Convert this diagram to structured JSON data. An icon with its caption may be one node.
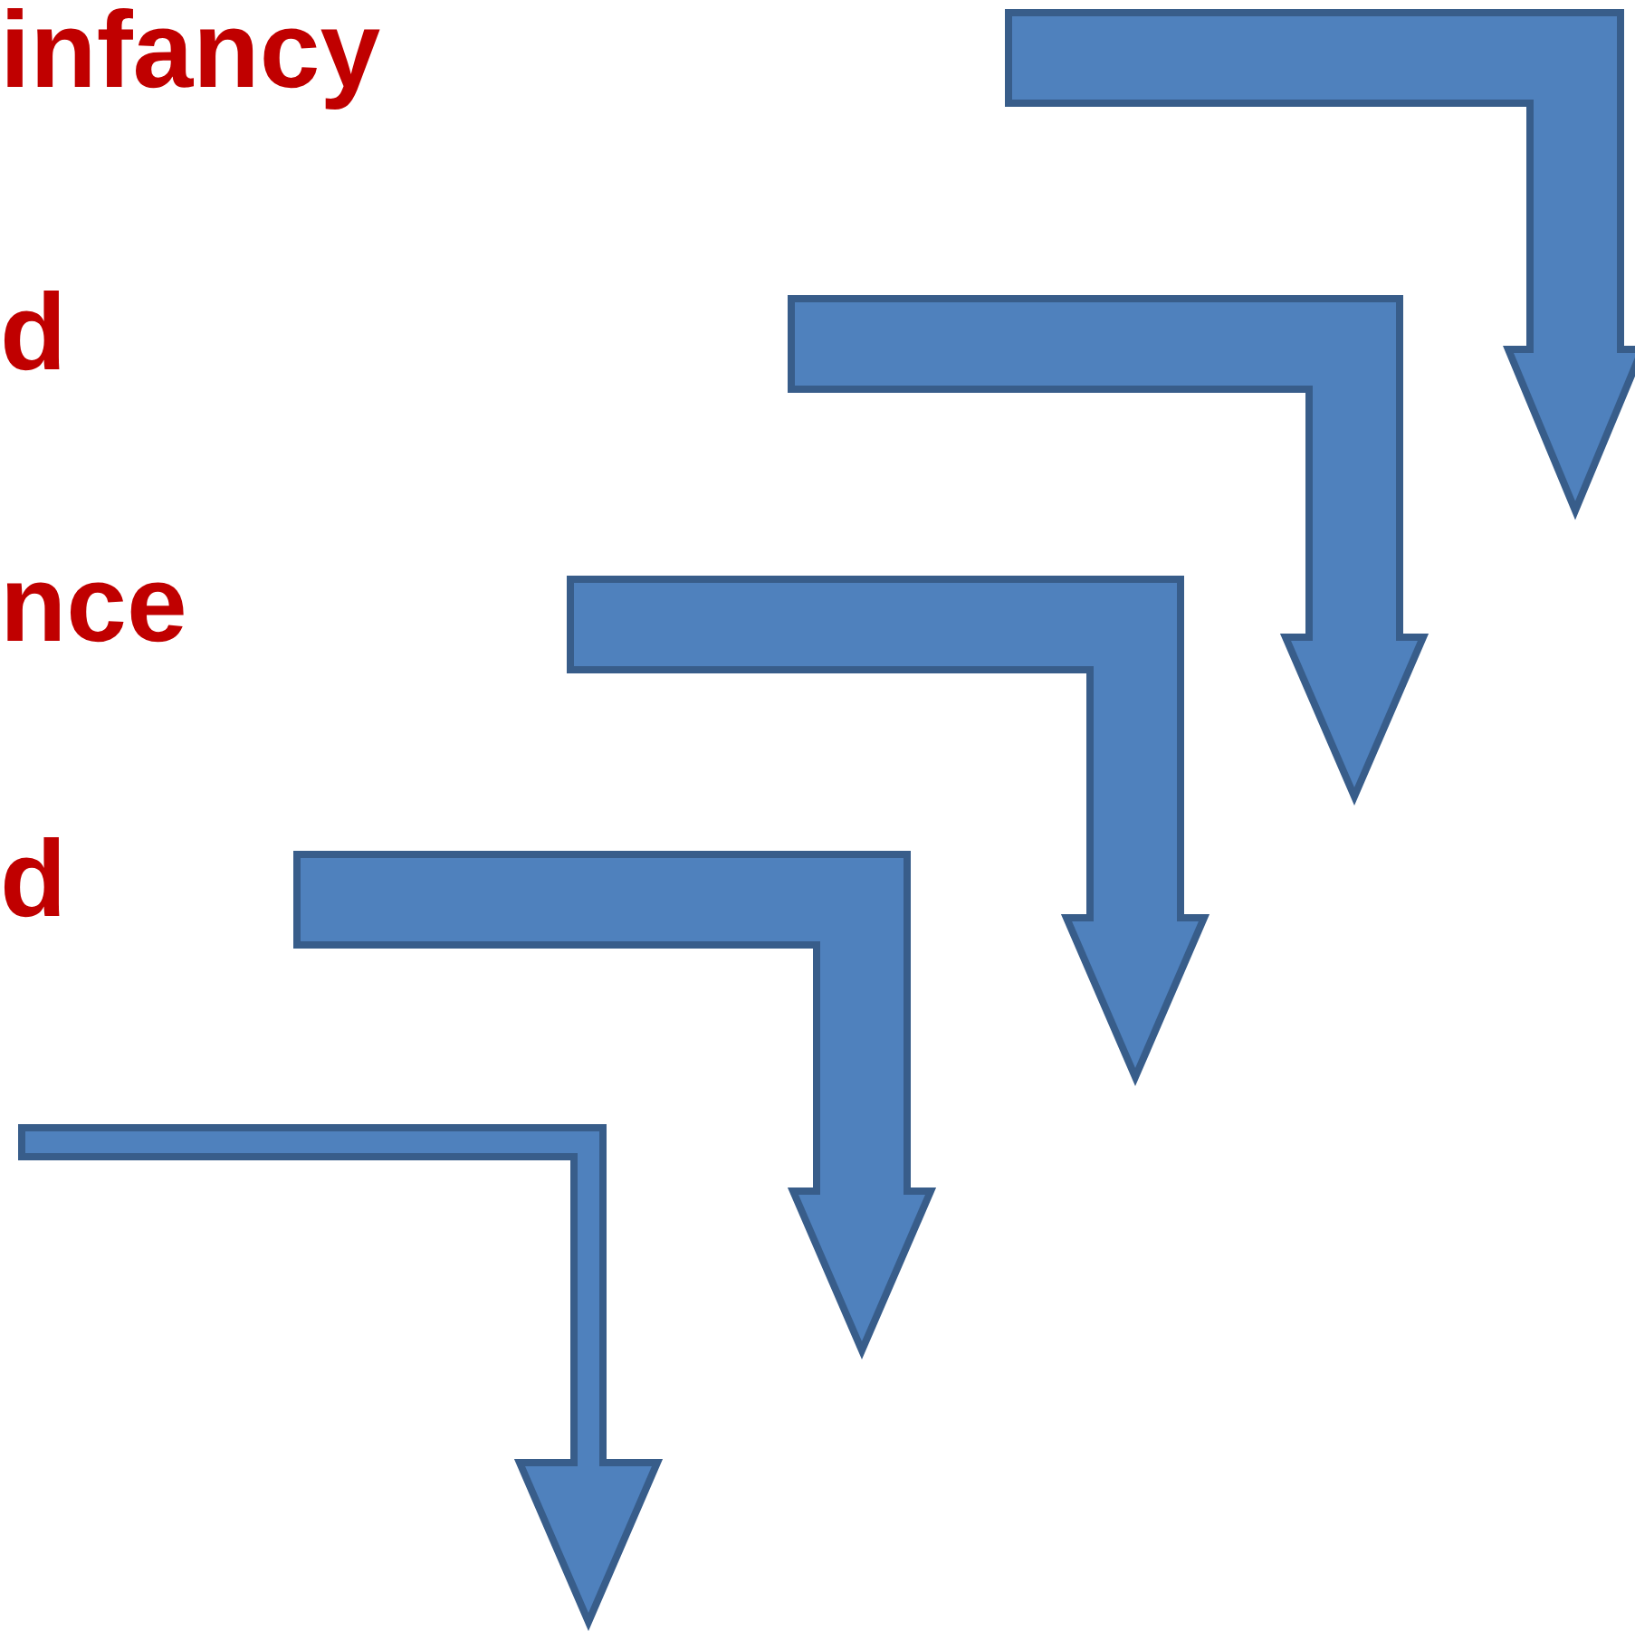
{
  "diagram": {
    "labels": [
      "infancy",
      "d",
      "nce",
      "d"
    ]
  }
}
